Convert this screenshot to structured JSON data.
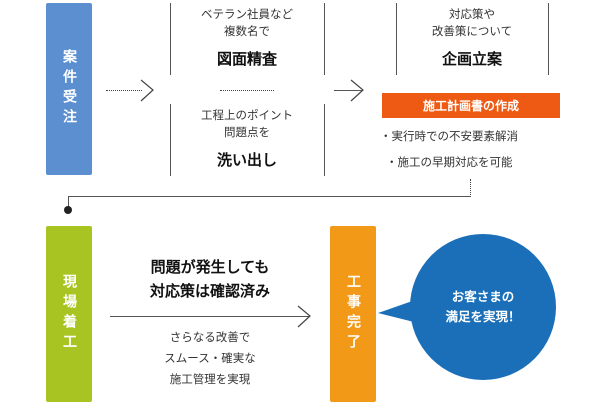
{
  "steps": {
    "order_receipt": {
      "label": "案件受注"
    },
    "site_start": {
      "label": "現場着工"
    },
    "completion": {
      "label": "工事完了"
    }
  },
  "review": {
    "top_text1": "ベテラン社員など",
    "top_text2": "複数名で",
    "top_title": "図面精査",
    "bottom_text1": "工程上のポイント",
    "bottom_text2": "問題点を",
    "bottom_title": "洗い出し"
  },
  "plan": {
    "top_text1": "対応策や",
    "top_text2": "改善策について",
    "top_title": "企画立案",
    "label": "施工計画書の作成",
    "bullet1": "・実行時での不安要素解消",
    "bullet2": "・施工の早期対応を可能"
  },
  "construction": {
    "title1": "問題が発生しても",
    "title2": "対応策は確認済み",
    "text1": "さらなる改善で",
    "text2": "スムース・確実な",
    "text3": "施工管理を実現"
  },
  "bubble": {
    "line1": "お客さまの",
    "line2": "満足を実現！"
  },
  "colors": {
    "blue_bar": "#5b8fd0",
    "green_bar": "#a8c423",
    "orange_bar": "#f29a17",
    "orange_label": "#ee5a13",
    "bubble": "#1a6fb8"
  }
}
